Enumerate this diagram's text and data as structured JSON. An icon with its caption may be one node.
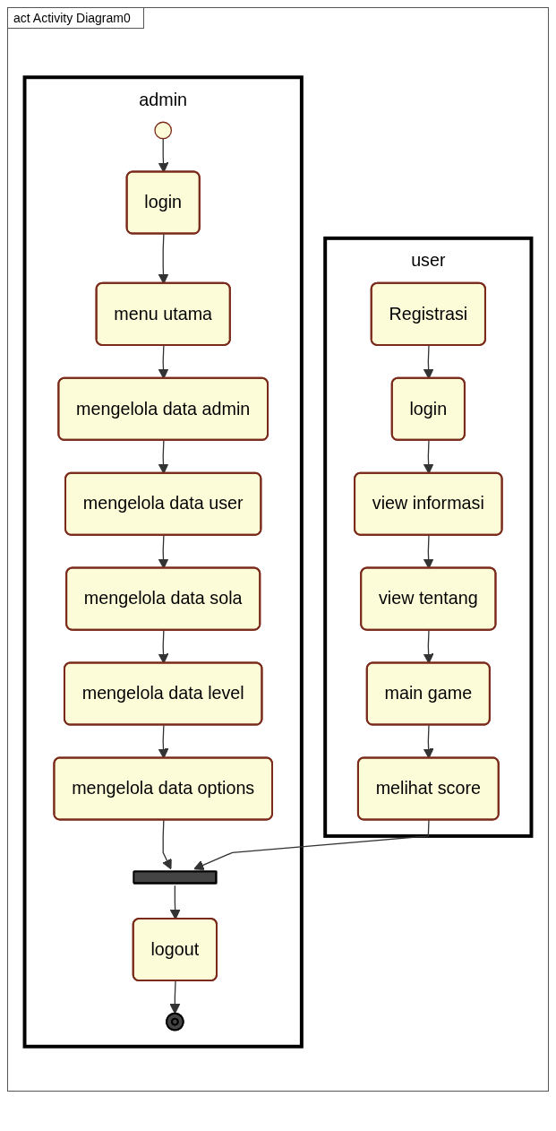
{
  "diagram": {
    "title": "act Activity Diagram0",
    "nodes": [
      {
        "text": [
          "admin"
        ]
      },
      {
        "text": [
          "user"
        ]
      },
      {
        "text": [],
        "shape": "circle",
        "in": 0
      },
      {
        "text": [
          "login"
        ],
        "in": 0
      },
      {
        "text": [
          "menu utama"
        ],
        "in": 0
      },
      {
        "text": [
          "mengelola data admin"
        ],
        "in": 0
      },
      {
        "text": [
          "mengelola data user"
        ],
        "in": 0
      },
      {
        "text": [
          "mengelola data sola"
        ],
        "in": 0
      },
      {
        "text": [
          "mengelola data level"
        ],
        "in": 0
      },
      {
        "text": [
          "mengelola data options"
        ],
        "in": 0
      },
      {
        "text": [],
        "shape": "bar",
        "in": 0
      },
      {
        "text": [
          "logout"
        ],
        "in": 0
      },
      {
        "text": [],
        "shape": "circle",
        "in": 0
      },
      {
        "text": [
          "Registrasi"
        ],
        "in": 1
      },
      {
        "text": [
          "login"
        ],
        "in": 1
      },
      {
        "text": [
          "view informasi"
        ],
        "in": 1
      },
      {
        "text": [
          "view tentang"
        ],
        "in": 1
      },
      {
        "text": [
          "main game"
        ],
        "in": 1
      },
      {
        "text": [
          "melihat score"
        ],
        "in": 1
      }
    ],
    "edges": [
      {
        "from": 2,
        "to": 3,
        "arrow": "to"
      },
      {
        "from": 3,
        "to": 4,
        "arrow": "to"
      },
      {
        "from": 4,
        "to": 5,
        "arrow": "to"
      },
      {
        "from": 5,
        "to": 6,
        "arrow": "to"
      },
      {
        "from": 6,
        "to": 7,
        "arrow": "to"
      },
      {
        "from": 7,
        "to": 8,
        "arrow": "to"
      },
      {
        "from": 8,
        "to": 9,
        "arrow": "to"
      },
      {
        "from": 9,
        "to": 10,
        "arrow": "to"
      },
      {
        "from": 10,
        "to": 11,
        "arrow": "to"
      },
      {
        "from": 11,
        "to": 12,
        "arrow": "to"
      },
      {
        "from": 13,
        "to": 14,
        "arrow": "to"
      },
      {
        "from": 14,
        "to": 15,
        "arrow": "to"
      },
      {
        "from": 15,
        "to": 16,
        "arrow": "to"
      },
      {
        "from": 16,
        "to": 17,
        "arrow": "to"
      },
      {
        "from": 17,
        "to": 18,
        "arrow": "to"
      },
      {
        "from": 18,
        "to": 10,
        "arrow": "to"
      }
    ]
  }
}
